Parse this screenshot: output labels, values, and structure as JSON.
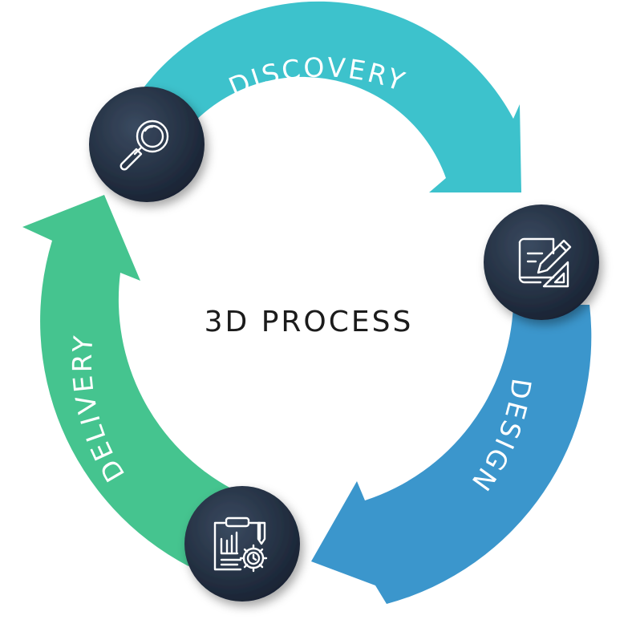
{
  "diagram": {
    "center_title": "3D PROCESS",
    "steps": [
      {
        "label": "DISCOVERY",
        "icon": "magnifier-icon",
        "color": "#3dc2cc"
      },
      {
        "label": "DESIGN",
        "icon": "blueprint-icon",
        "color": "#3b96cc"
      },
      {
        "label": "DELIVERY",
        "icon": "clipboard-gear-icon",
        "color": "#45c48f"
      }
    ],
    "node_color": "#1f2a3a"
  }
}
